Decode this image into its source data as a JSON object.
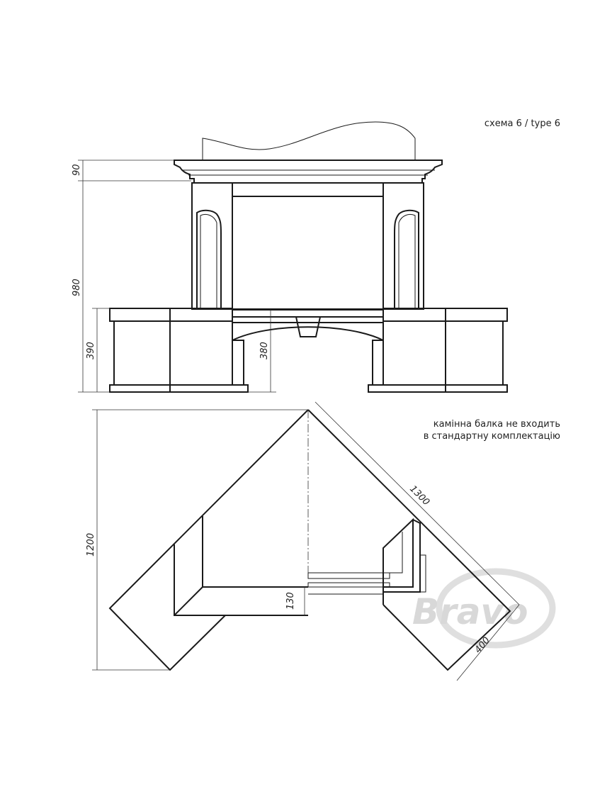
{
  "header": {
    "scheme_label": "схема 6 / type 6"
  },
  "note": {
    "line1": "камінна балка не входить",
    "line2": "в стандартну комплектацію"
  },
  "dimensions": {
    "cornice_height": "90",
    "total_height": "980",
    "bench_height": "390",
    "opening_height": "380",
    "depth": "1200",
    "side_length": "1300",
    "bench_depth": "400",
    "beam_height": "130"
  },
  "logo": {
    "text": "Bravo"
  },
  "colors": {
    "line": "#1a1a1a",
    "watermark": "#d6d6d6"
  }
}
